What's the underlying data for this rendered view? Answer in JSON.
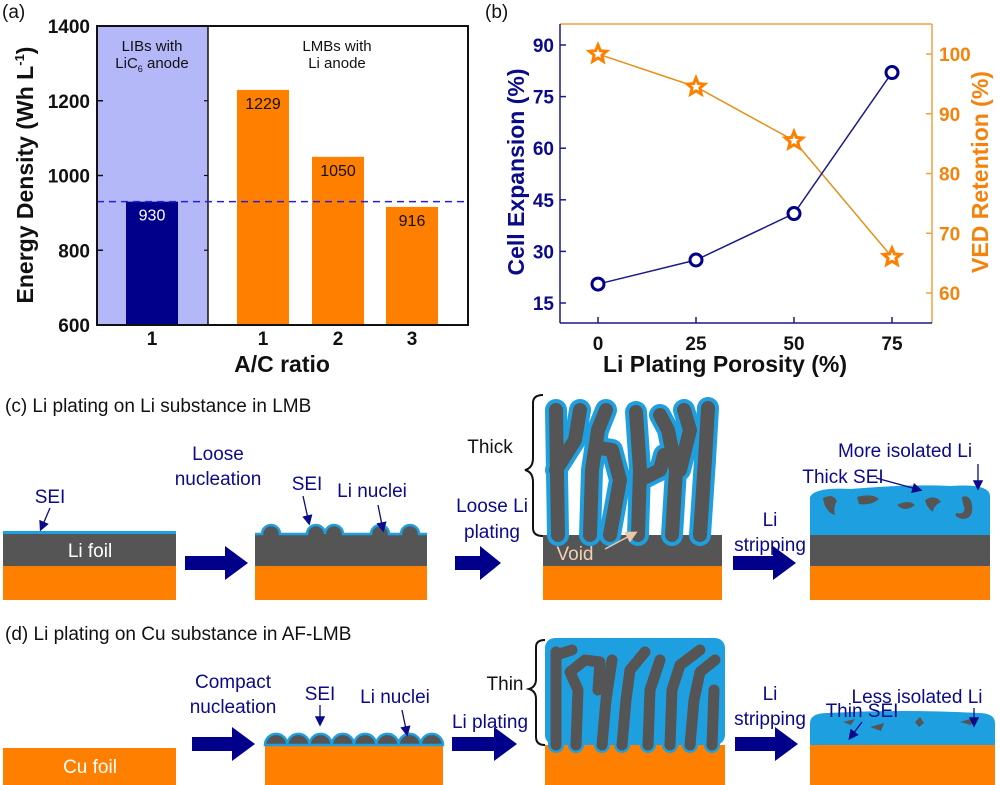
{
  "colors": {
    "navy": "#00008b",
    "orange": "#ff8000",
    "shade": "#b4b8f8",
    "sei": "#1ea0e0",
    "li": "#555555"
  },
  "chart_data": [
    {
      "panel": "(a)",
      "type": "bar",
      "xlabel": "A/C ratio",
      "ylabel": "Energy Density (Wh L",
      "ylabel_sup": "-1",
      "ylabel_end": ")",
      "ylim": [
        600,
        1400
      ],
      "yticks": [
        "600",
        "800",
        "1000",
        "1200",
        "1400"
      ],
      "groups": [
        {
          "label_line1": "LIBs with",
          "label_line2a": "LiC",
          "label_sub": "6",
          "label_line2b": " anode",
          "shaded": true
        },
        {
          "label_line1": "LMBs with",
          "label_line2": "Li anode",
          "shaded": false
        }
      ],
      "categories": [
        "1",
        "1",
        "2",
        "3"
      ],
      "values": [
        930,
        1229,
        1050,
        916
      ],
      "data_labels": [
        "930",
        "1229",
        "1050",
        "916"
      ],
      "bar_colors": [
        "#00008b",
        "#ff8000",
        "#ff8000",
        "#ff8000"
      ],
      "reference_line": 930
    },
    {
      "panel": "(b)",
      "type": "line",
      "xlabel": "Li Plating Porosity (%)",
      "x": [
        0,
        25,
        50,
        75
      ],
      "xticks": [
        "0",
        "25",
        "50",
        "75"
      ],
      "series": [
        {
          "name": "Cell Expansion (%)",
          "axis": "left",
          "marker": "circle",
          "values": [
            20.5,
            27.5,
            41,
            82
          ],
          "ylim": [
            9,
            96
          ],
          "yticks": [
            "15",
            "30",
            "45",
            "60",
            "75",
            "90"
          ]
        },
        {
          "name": "VED Retention (%)",
          "axis": "right",
          "marker": "star",
          "values": [
            100,
            94.5,
            85.5,
            66
          ],
          "ylim": [
            55,
            105
          ],
          "yticks": [
            "60",
            "70",
            "80",
            "90",
            "100"
          ]
        }
      ]
    }
  ],
  "diagram_c": {
    "title": "(c) Li plating on Li substance in LMB",
    "sei": "SEI",
    "li_foil": "Li foil",
    "step1_a": "Loose",
    "step1_b": "nucleation",
    "sei2": "SEI",
    "nuclei": "Li nuclei",
    "step2_a": "Loose Li",
    "step2_b": "plating",
    "thick": "Thick",
    "void": "Void",
    "step3_a": "Li",
    "step3_b": "stripping",
    "isolated": "More isolated Li",
    "thick_sei": "Thick SEI"
  },
  "diagram_d": {
    "title": "(d) Li plating on Cu substance in AF-LMB",
    "cu_foil": "Cu foil",
    "step1_a": "Compact",
    "step1_b": "nucleation",
    "sei": "SEI",
    "nuclei": "Li nuclei",
    "step2": "Li plating",
    "thin": "Thin",
    "step3_a": "Li",
    "step3_b": "stripping",
    "isolated": "Less isolated Li",
    "thin_sei": "Thin SEI"
  }
}
